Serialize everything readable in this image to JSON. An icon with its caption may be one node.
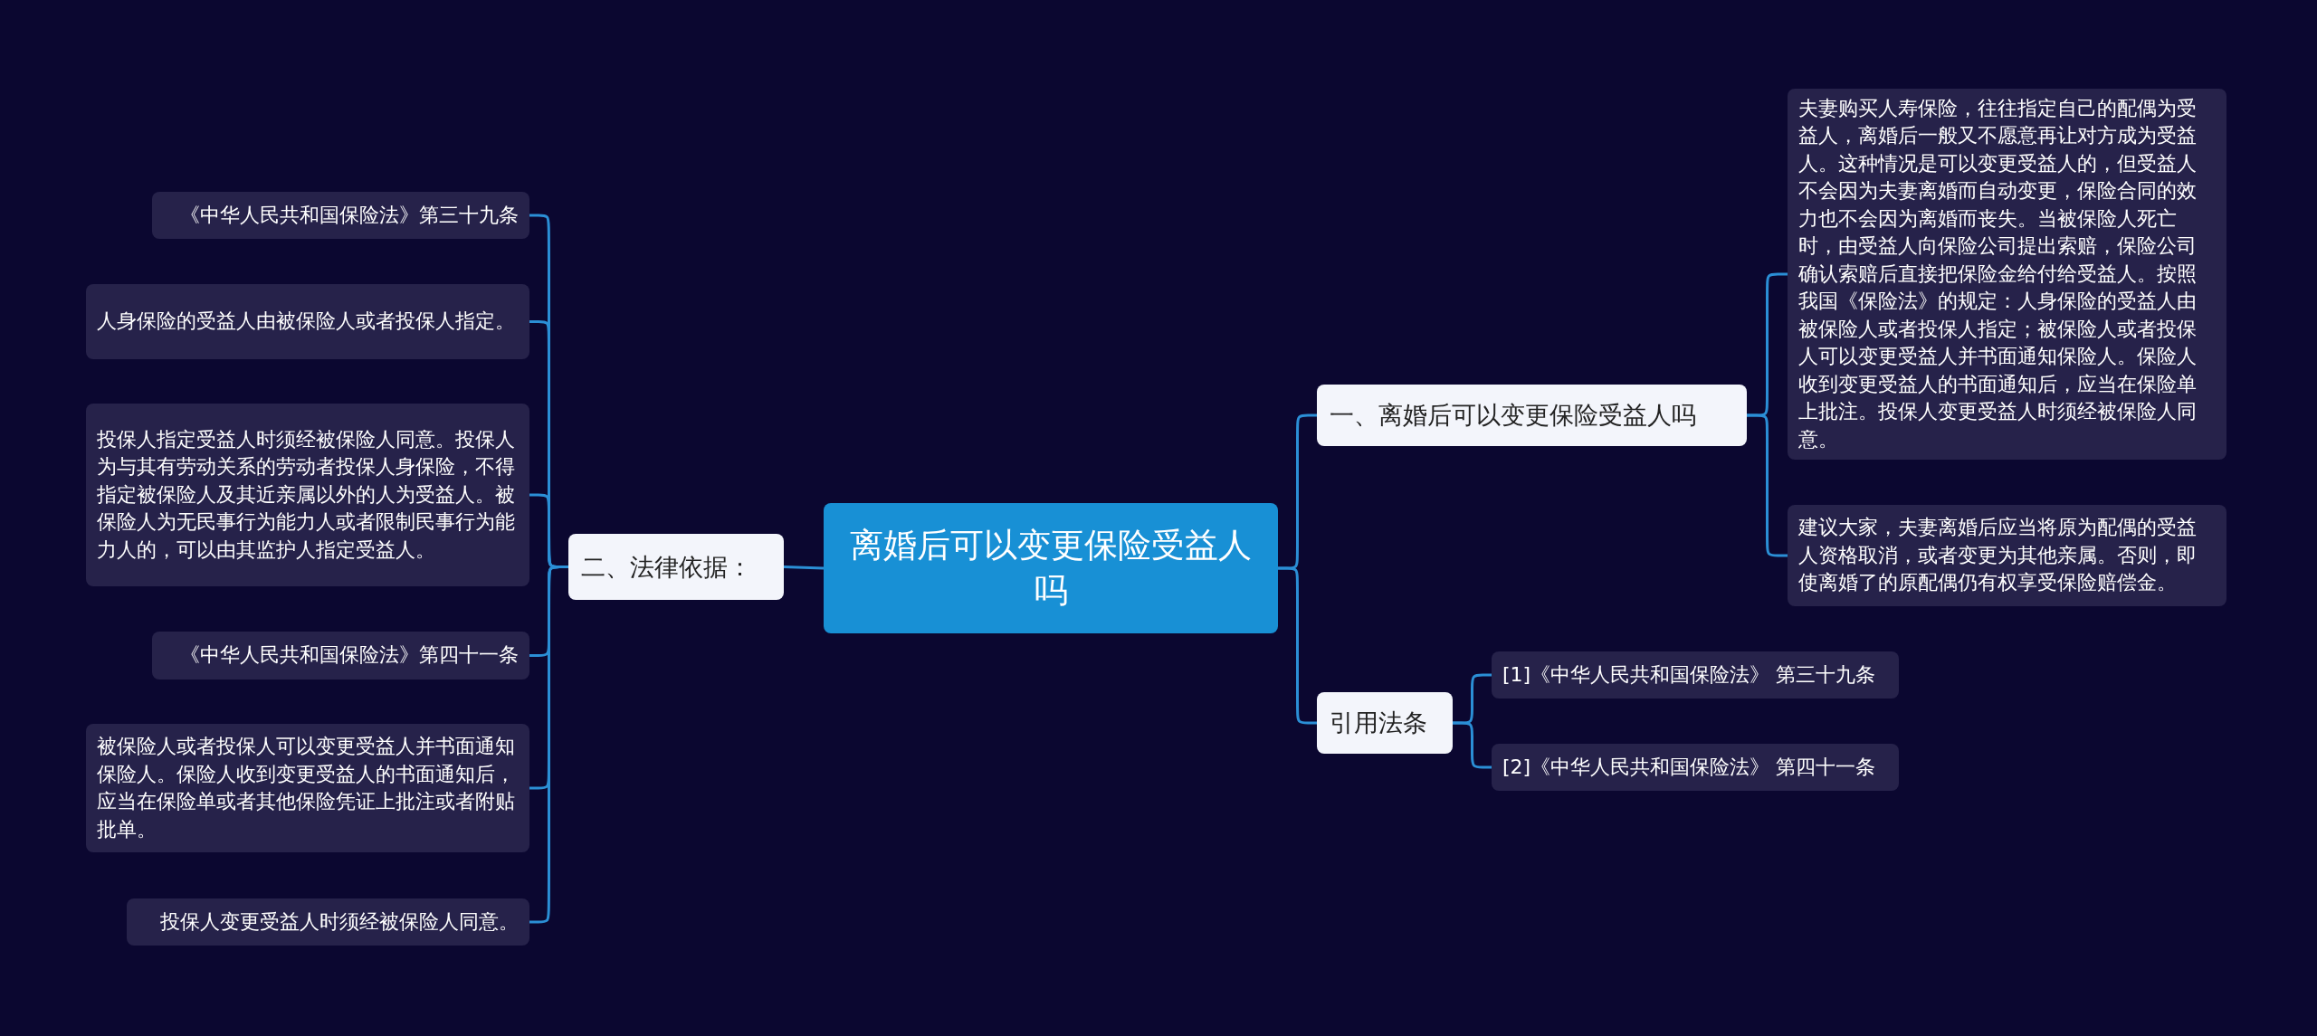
{
  "diagram": {
    "nodes": [
      {
        "text": [
          "离婚后可以变更保险受益人吗"
        ]
      },
      {
        "text": [
          "一、离婚后可以变更保险受益人吗"
        ]
      },
      {
        "text": [
          "夫妻购买人寿保险，往往指定自己的配偶为受益人，离婚后一般又不愿意再让对方成为受益人。这种情况是可以变更受益人的，但受益人不会因为夫妻离婚而自动变更，保险合同的效力也不会因为离婚而丧失。当被保险人死亡时，由受益人向保险公司提出索赔，保险公司确认索赔后直接把保险金给付给受益人。按照我国《保险法》的规定：人身保险的受益人由被保险人或者投保人指定；被保险人或者投保人可以变更受益人并书面通知保险人。保险人收到变更受益人的书面通知后，应当在保险单上批注。投保人变更受益人时须经被保险人同意。"
        ]
      },
      {
        "text": [
          "建议大家，夫妻离婚后应当将原为配偶的受益人资格取消，或者变更为其他亲属。否则，即使离婚了的原配偶仍有权享受保险赔偿金。"
        ]
      },
      {
        "text": [
          "引用法条"
        ]
      },
      {
        "text": [
          "[1]《中华人民共和国保险法》 第三十九条"
        ]
      },
      {
        "text": [
          "[2]《中华人民共和国保险法》 第四十一条"
        ]
      },
      {
        "text": [
          "二、法律依据："
        ]
      },
      {
        "text": [
          "《中华人民共和国保险法》第三十九条"
        ]
      },
      {
        "text": [
          "人身保险的受益人由被保险人或者投保人指定。"
        ]
      },
      {
        "text": [
          "投保人指定受益人时须经被保险人同意。投保人为与其有劳动关系的劳动者投保人身保险，不得指定被保险人及其近亲属以外的人为受益人。被保险人为无民事行为能力人或者限制民事行为能力人的，可以由其监护人指定受益人。"
        ]
      },
      {
        "text": [
          "《中华人民共和国保险法》第四十一条"
        ]
      },
      {
        "text": [
          "被保险人或者投保人可以变更受益人并书面通知保险人。保险人收到变更受益人的书面通知后，应当在保险单或者其他保险凭证上批注或者附贴批单。"
        ]
      },
      {
        "text": [
          "投保人变更受益人时须经被保险人同意。"
        ]
      }
    ],
    "edges": [
      {
        "from": 0,
        "to": 1,
        "arrow": "none"
      },
      {
        "from": 1,
        "to": 2,
        "arrow": "none"
      },
      {
        "from": 1,
        "to": 3,
        "arrow": "none"
      },
      {
        "from": 0,
        "to": 4,
        "arrow": "none"
      },
      {
        "from": 4,
        "to": 5,
        "arrow": "none"
      },
      {
        "from": 4,
        "to": 6,
        "arrow": "none"
      },
      {
        "from": 0,
        "to": 7,
        "arrow": "none"
      },
      {
        "from": 7,
        "to": 8,
        "arrow": "none"
      },
      {
        "from": 7,
        "to": 9,
        "arrow": "none"
      },
      {
        "from": 7,
        "to": 10,
        "arrow": "none"
      },
      {
        "from": 7,
        "to": 11,
        "arrow": "none"
      },
      {
        "from": 7,
        "to": 12,
        "arrow": "none"
      },
      {
        "from": 7,
        "to": 13,
        "arrow": "none"
      }
    ]
  }
}
